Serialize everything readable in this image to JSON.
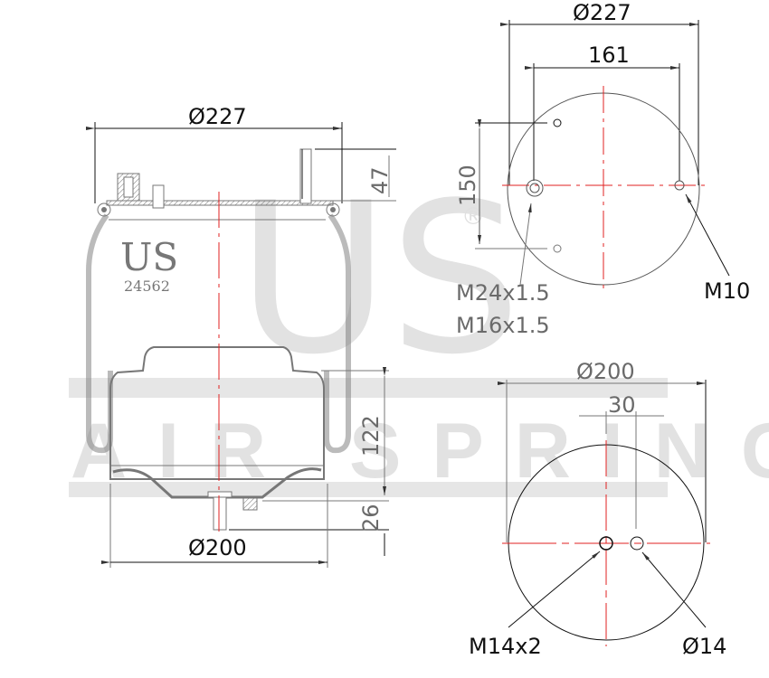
{
  "watermark": {
    "logo": "US",
    "registered": "®",
    "tagline": "AIR SPRING"
  },
  "side_view": {
    "brand": "US",
    "part_number": "24562",
    "top_diameter": "Ø227",
    "stud_height": "47",
    "piston_height": "122",
    "bottom_stud_height": "26",
    "bottom_diameter": "Ø200"
  },
  "top_view": {
    "outer_diameter": "Ø227",
    "bolt_spacing": "161",
    "vertical_spacing": "150",
    "port_label_1": "M24x1.5",
    "port_label_2": "M16x1.5",
    "stud_label": "M10"
  },
  "bottom_view": {
    "outer_diameter": "Ø200",
    "hole_spacing": "30",
    "thread_label": "M14x2",
    "hole_label": "Ø14"
  },
  "colors": {
    "line": "#111111",
    "centerline": "#e02020",
    "watermark": "#e2e2e2",
    "dimension_gray": "#6a6a6a"
  }
}
